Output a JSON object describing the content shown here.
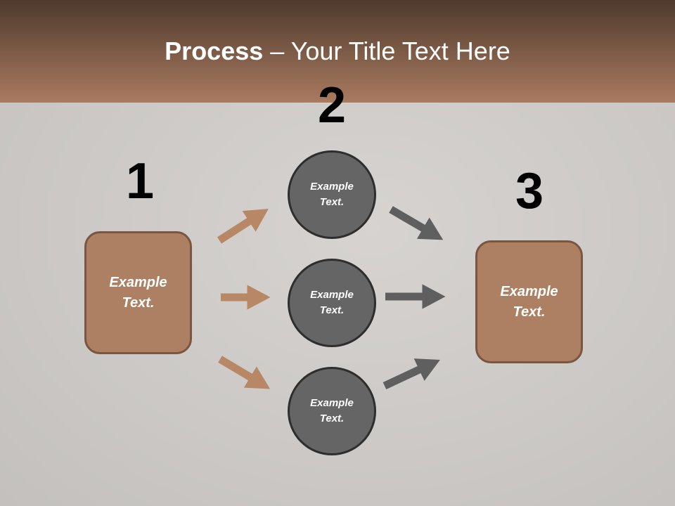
{
  "title": {
    "bold": "Process",
    "rest": " – Your Title Text Here"
  },
  "steps": {
    "one": "1",
    "two": "2",
    "three": "3"
  },
  "box_left": {
    "line1": "Example",
    "line2": "Text."
  },
  "box_right": {
    "line1": "Example",
    "line2": "Text."
  },
  "circles": [
    {
      "line1": "Example",
      "line2": "Text."
    },
    {
      "line1": "Example",
      "line2": "Text."
    },
    {
      "line1": "Example",
      "line2": "Text."
    }
  ],
  "colors": {
    "accent": "#ad8064",
    "circle": "#656565",
    "arrow_gray": "#5f5f5f",
    "arrow_orange": "#b88766"
  }
}
